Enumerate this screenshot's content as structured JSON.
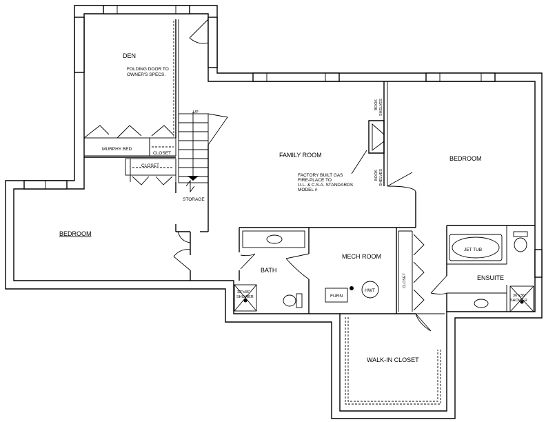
{
  "rooms": {
    "den": "DEN",
    "family_room": "FAMILY ROOM",
    "bedroom_right": "BEDROOM",
    "bedroom_left": "BEDROOM",
    "mech_room": "MECH ROOM",
    "bath": "BATH",
    "ensuite": "ENSUITE",
    "walk_in_closet": "WALK-IN CLOSET",
    "storage": "STORAGE"
  },
  "notes": {
    "folding_door_1": "FOLDING DOOR TO",
    "folding_door_2": "OWNER'S SPECS.",
    "fireplace_1": "FACTORY BUILT  GAS",
    "fireplace_2": "FIRE-PLACE TO",
    "fireplace_3": "U.L. & C.S.A. STANDARDS",
    "fireplace_4": "MODEL #",
    "murphy_bed": "MURPHY BED",
    "closet_den": "CLOSET",
    "closet_stair": "CLOSET",
    "closet_vertical": "CLOSET",
    "stair_up": "UP",
    "book_top_1": "BOOK",
    "book_top_2": "SHELVES",
    "book_bot_1": "BOOK",
    "book_bot_2": "SHELVES"
  },
  "fixtures": {
    "jet_tub": "JET TUB",
    "furn": "FURN",
    "hwt": "HWT",
    "shower_left_1": "32\"x36\"",
    "shower_left_2": "SHOWER",
    "shower_right_1": "36\"x36\"",
    "shower_right_2": "SHOWER"
  }
}
